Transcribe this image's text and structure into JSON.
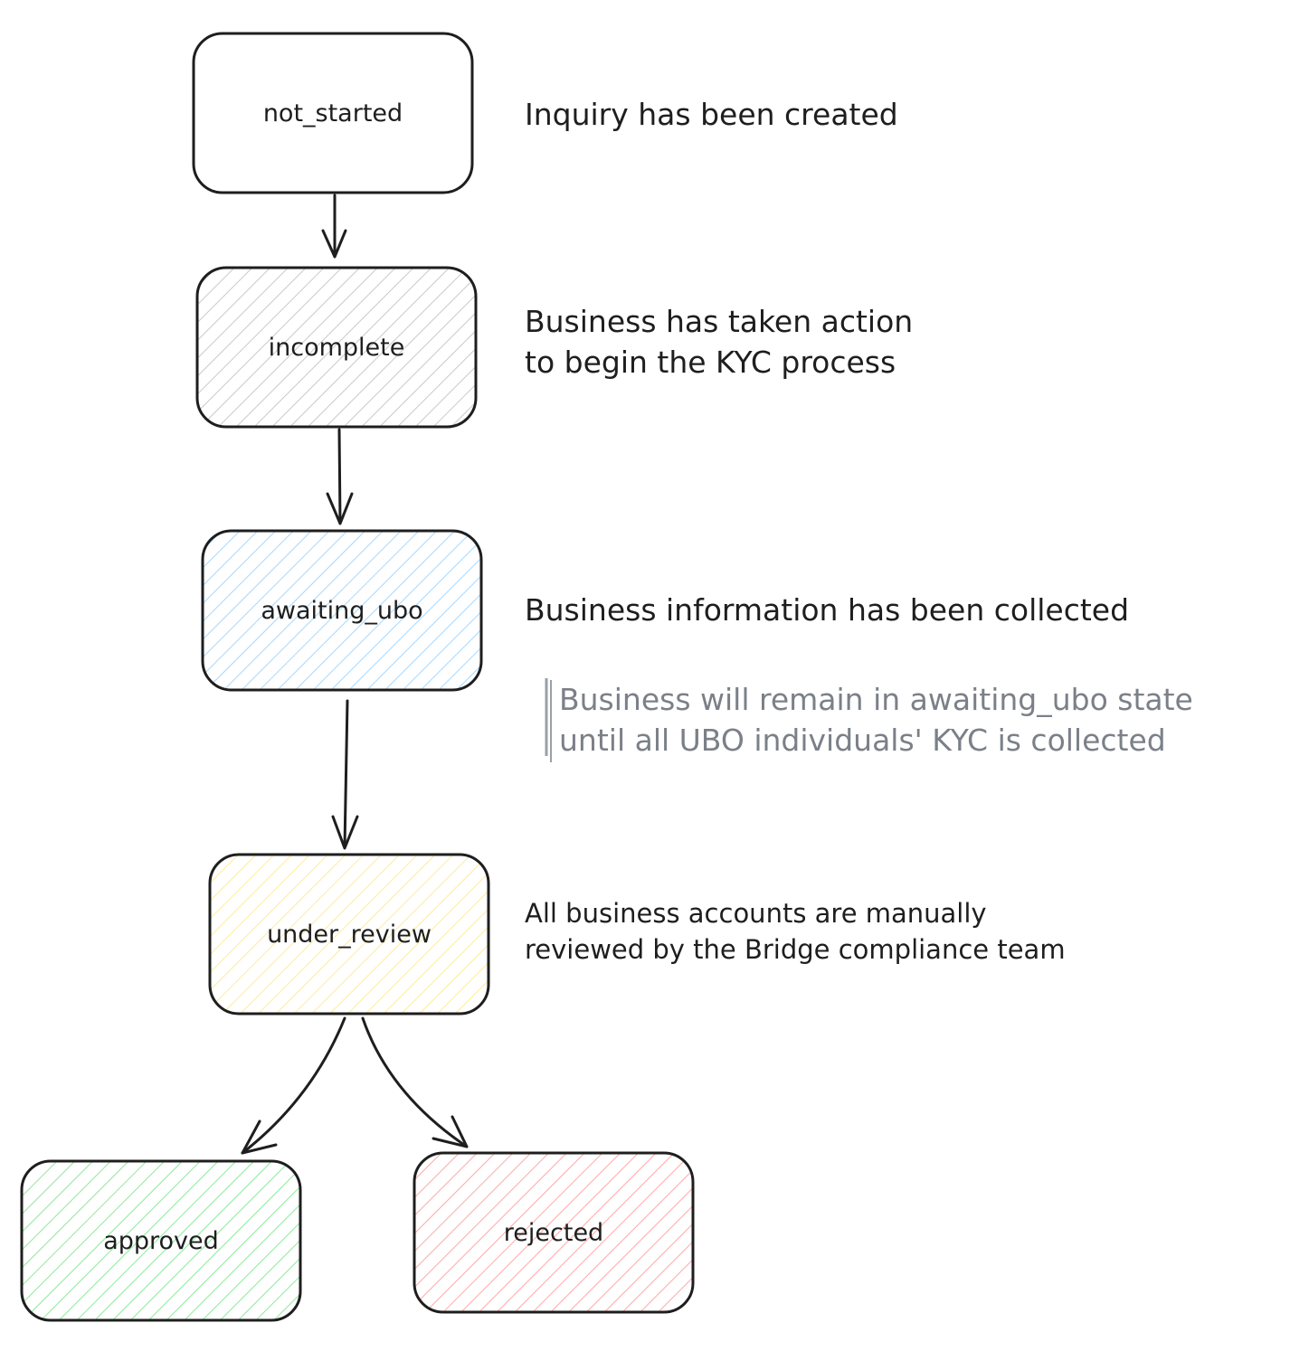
{
  "colors": {
    "stroke": "#1e1e1e",
    "note_text": "#7b8088",
    "note_bar": "#9aa0a6",
    "incomplete_fill": "#c9c9c9",
    "awaiting_ubo_fill": "#a5d8ff",
    "under_review_fill": "#ffec99",
    "approved_fill": "#8ce99a",
    "rejected_fill": "#ffa8a8"
  },
  "nodes": {
    "not_started": {
      "label": "not_started"
    },
    "incomplete": {
      "label": "incomplete"
    },
    "awaiting_ubo": {
      "label": "awaiting_ubo"
    },
    "under_review": {
      "label": "under_review"
    },
    "approved": {
      "label": "approved"
    },
    "rejected": {
      "label": "rejected"
    }
  },
  "descriptions": {
    "not_started": [
      "Inquiry has been created"
    ],
    "incomplete": [
      "Business has taken action",
      "to begin the KYC process"
    ],
    "awaiting_ubo": [
      "Business information has been collected"
    ],
    "under_review": [
      "All business accounts are manually",
      "reviewed by the Bridge compliance team"
    ]
  },
  "note": {
    "lines": [
      "Business will remain in awaiting_ubo state",
      "until all UBO individuals' KYC is collected"
    ]
  },
  "edges": [
    {
      "from": "not_started",
      "to": "incomplete"
    },
    {
      "from": "incomplete",
      "to": "awaiting_ubo"
    },
    {
      "from": "awaiting_ubo",
      "to": "under_review"
    },
    {
      "from": "under_review",
      "to": "approved"
    },
    {
      "from": "under_review",
      "to": "rejected"
    }
  ]
}
